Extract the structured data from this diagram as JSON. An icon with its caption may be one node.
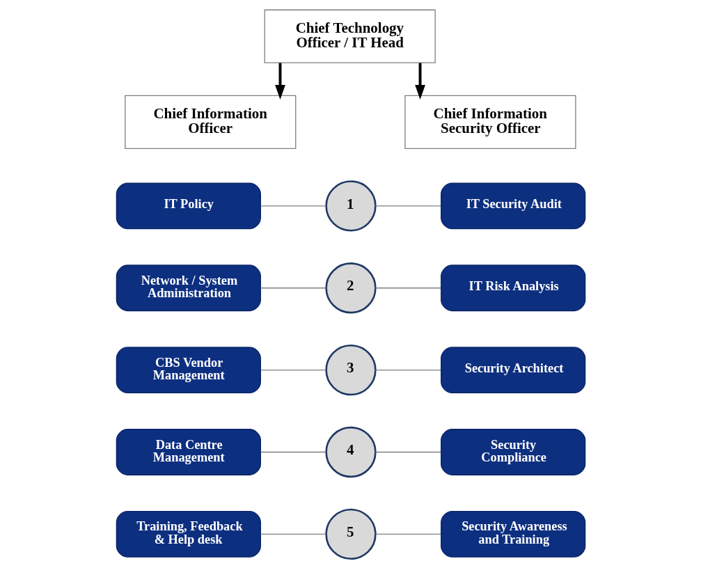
{
  "diagram": {
    "nodes": [
      {
        "text": [
          "Chief Technology Officer / IT Head"
        ]
      },
      {
        "text": [
          "Chief Information Officer"
        ]
      },
      {
        "text": [
          "Chief Information Security Officer"
        ]
      },
      {
        "text": [
          "IT Policy"
        ]
      },
      {
        "text": [
          "1"
        ]
      },
      {
        "text": [
          "IT Security Audit"
        ]
      },
      {
        "text": [
          "Network / System Administration"
        ]
      },
      {
        "text": [
          "2"
        ]
      },
      {
        "text": [
          "IT Risk Analysis"
        ]
      },
      {
        "text": [
          "CBS Vendor Management"
        ]
      },
      {
        "text": [
          "3"
        ]
      },
      {
        "text": [
          "Security Architect"
        ]
      },
      {
        "text": [
          "Data Centre Management"
        ]
      },
      {
        "text": [
          "4"
        ]
      },
      {
        "text": [
          "Security Compliance"
        ]
      },
      {
        "text": [
          "Training, Feedback & Help desk"
        ]
      },
      {
        "text": [
          "5"
        ]
      },
      {
        "text": [
          "Security Awareness and Training"
        ]
      }
    ],
    "edges": [
      {
        "from": 0,
        "to": 1,
        "arrow": "to",
        "style": "thick",
        "color": "#000000"
      },
      {
        "from": 0,
        "to": 2,
        "arrow": "to",
        "style": "thick",
        "color": "#000000"
      },
      {
        "from": 3,
        "to": 4,
        "arrow": "none"
      },
      {
        "from": 4,
        "to": 5,
        "arrow": "none"
      },
      {
        "from": 6,
        "to": 7,
        "arrow": "none"
      },
      {
        "from": 7,
        "to": 8,
        "arrow": "none"
      },
      {
        "from": 9,
        "to": 10,
        "arrow": "none"
      },
      {
        "from": 10,
        "to": 11,
        "arrow": "none"
      },
      {
        "from": 12,
        "to": 13,
        "arrow": "none"
      },
      {
        "from": 13,
        "to": 14,
        "arrow": "none"
      },
      {
        "from": 15,
        "to": 16,
        "arrow": "none"
      },
      {
        "from": 16,
        "to": 17,
        "arrow": "none"
      }
    ]
  }
}
